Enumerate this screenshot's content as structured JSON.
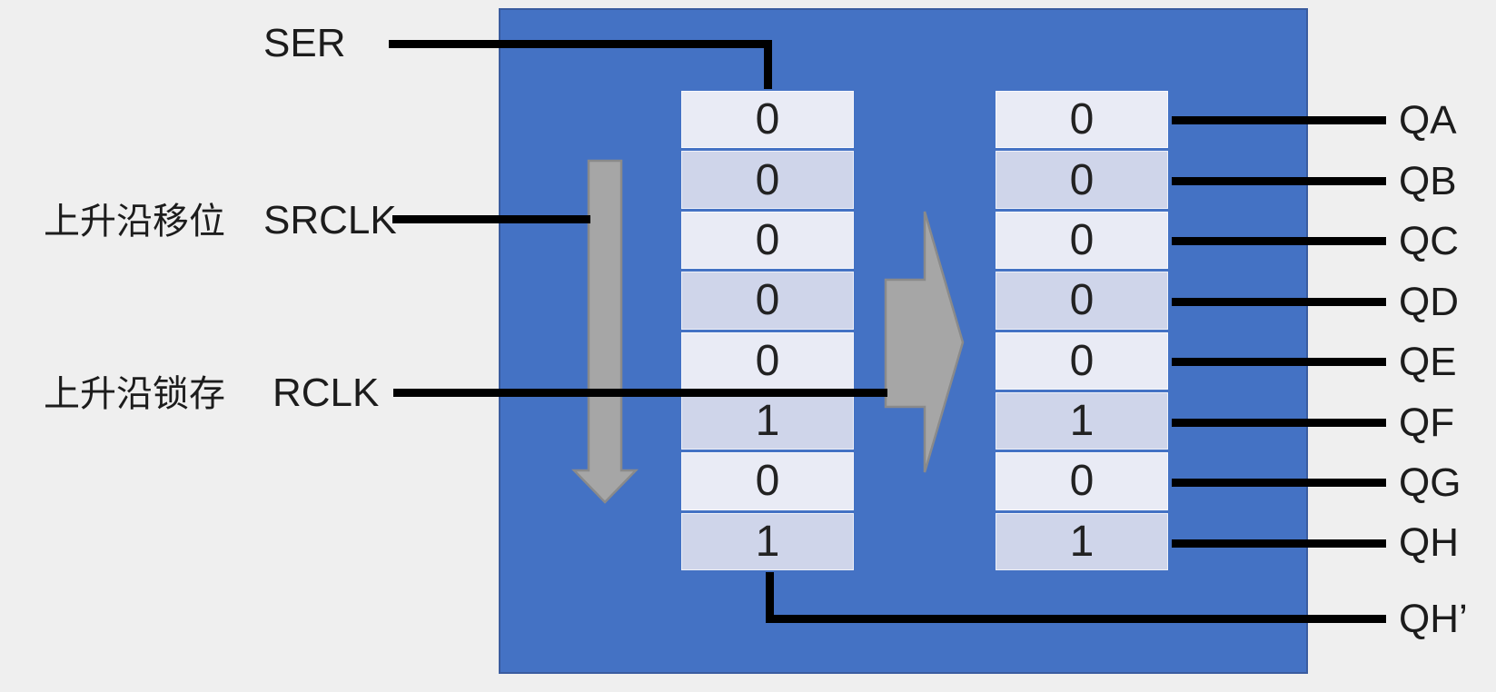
{
  "inputs": {
    "ser": {
      "label": "SER"
    },
    "srclk": {
      "label": "SRCLK",
      "annotation": "上升沿移位"
    },
    "rclk": {
      "label": "RCLK",
      "annotation": "上升沿锁存"
    }
  },
  "shift_register": {
    "bits": [
      "0",
      "0",
      "0",
      "0",
      "0",
      "1",
      "0",
      "1"
    ]
  },
  "storage_register": {
    "bits": [
      "0",
      "0",
      "0",
      "0",
      "0",
      "1",
      "0",
      "1"
    ]
  },
  "outputs": {
    "labels": [
      "QA",
      "QB",
      "QC",
      "QD",
      "QE",
      "QF",
      "QG",
      "QH"
    ],
    "serial_out": "QH’"
  },
  "colors": {
    "background": "#efefef",
    "chip_fill": "#4472c4",
    "chip_border": "#3a5c9f",
    "cell_light": "#e9ebf5",
    "cell_dark": "#cfd5ea",
    "arrow_fill": "#a6a6a6",
    "arrow_border": "#8a8a8a",
    "wire": "#000000",
    "text": "#1c1c1c"
  }
}
